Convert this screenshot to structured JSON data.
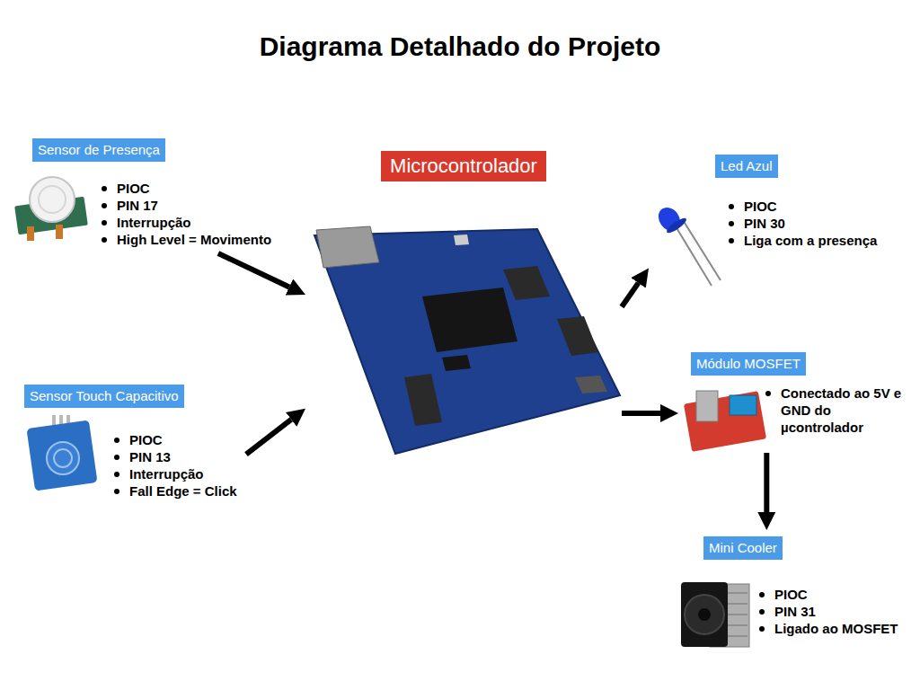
{
  "diagram": {
    "title": "Diagrama Detalhado do Projeto",
    "nodes": [
      {
        "text": [
          "Sensor de Presença",
          "PIOC",
          "PIN 17",
          "Interrupção",
          "High Level = Movimento"
        ]
      },
      {
        "text": [
          "Microcontrolador"
        ]
      },
      {
        "text": [
          "Led Azul",
          "PIOC",
          "PIN 30",
          "Liga com a presença"
        ]
      },
      {
        "text": [
          "Sensor Touch Capacitivo",
          "PIOC",
          "PIN 13",
          "Interrupção",
          "Fall Edge = Click"
        ]
      },
      {
        "text": [
          "Módulo MOSFET",
          "Conectado ao 5V e GND do µcontrolador"
        ]
      },
      {
        "text": [
          "Mini Cooler",
          "PIOC",
          "PIN 31",
          "Ligado ao MOSFET"
        ]
      }
    ],
    "edges": [
      {
        "from": 0,
        "to": 1,
        "arrow": "to"
      },
      {
        "from": 3,
        "to": 1,
        "arrow": "to"
      },
      {
        "from": 1,
        "to": 2,
        "arrow": "to"
      },
      {
        "from": 1,
        "to": 4,
        "arrow": "to"
      },
      {
        "from": 4,
        "to": 5,
        "arrow": "to"
      }
    ]
  }
}
